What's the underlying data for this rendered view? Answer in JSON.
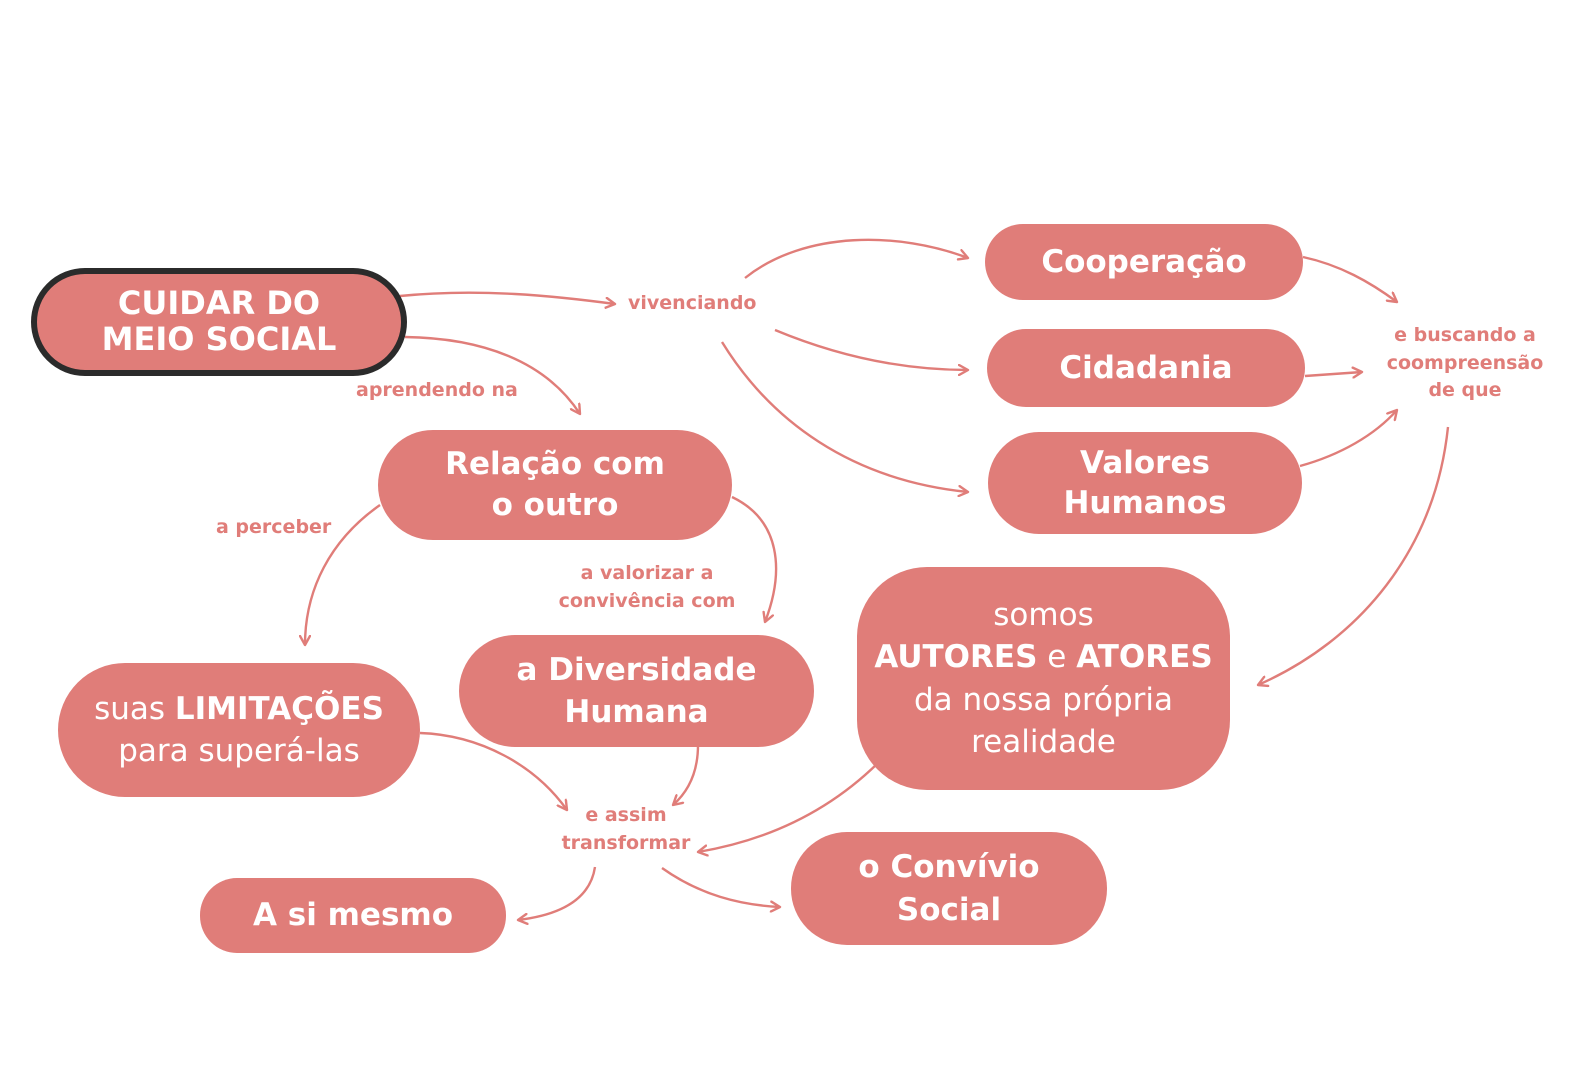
{
  "colors": {
    "node_fill": "#e07d79",
    "arrow": "#e07d79",
    "label_text": "#e07d79",
    "root_border": "#2b2b2b",
    "background": "#ffffff"
  },
  "nodes": {
    "root": {
      "line1": "CUIDAR DO",
      "line2": "MEIO SOCIAL"
    },
    "cooperacao": {
      "text": "Cooperação"
    },
    "cidadania": {
      "text": "Cidadania"
    },
    "valores": {
      "line1": "Valores",
      "line2": "Humanos"
    },
    "relacao": {
      "line1": "Relação com",
      "line2": "o outro"
    },
    "limitacoes": {
      "pre": "suas ",
      "bold": "LIMITAÇÕES",
      "line2": "para superá-las"
    },
    "diversidade": {
      "line1": "a Diversidade",
      "line2": "Humana"
    },
    "autores": {
      "line1": "somos",
      "bold1": "AUTORES",
      "mid": " e ",
      "bold2": "ATORES",
      "line3": "da nossa própria",
      "line4": "realidade"
    },
    "simesmo": {
      "text": "A si mesmo"
    },
    "convivio": {
      "line1": "o Convívio",
      "line2": "Social"
    }
  },
  "labels": {
    "vivenciando": "vivenciando",
    "aprendendo": "aprendendo na",
    "buscando": {
      "line1": "e buscando a",
      "line2": "coompreensão",
      "line3": "de que"
    },
    "perceber": "a perceber",
    "valorizar": {
      "line1": "a valorizar a",
      "line2": "convivência com"
    },
    "assim": {
      "line1": "e assim",
      "line2": "transformar"
    }
  }
}
